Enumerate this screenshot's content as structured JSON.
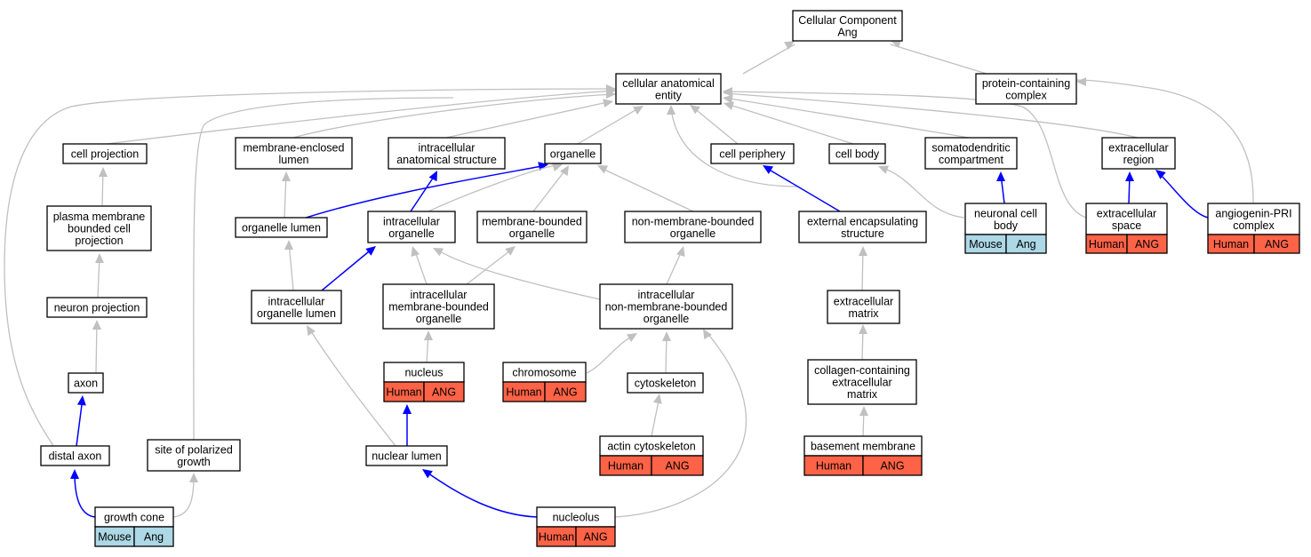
{
  "nodes": {
    "cellular_component": [
      "Cellular Component",
      "Ang"
    ],
    "cellular_anatomical_entity": [
      "cellular anatomical",
      "entity"
    ],
    "protein_containing_complex": [
      "protein-containing",
      "complex"
    ],
    "cell_projection": [
      "cell projection"
    ],
    "membrane_enclosed_lumen": [
      "membrane-enclosed",
      "lumen"
    ],
    "intracellular_anatomical_structure": [
      "intracellular",
      "anatomical structure"
    ],
    "organelle": [
      "organelle"
    ],
    "cell_periphery": [
      "cell periphery"
    ],
    "cell_body": [
      "cell body"
    ],
    "somatodendritic_compartment": [
      "somatodendritic",
      "compartment"
    ],
    "extracellular_region": [
      "extracellular",
      "region"
    ],
    "plasma_membrane_bounded_cell_projection": [
      "plasma membrane",
      "bounded cell",
      "projection"
    ],
    "organelle_lumen": [
      "organelle lumen"
    ],
    "intracellular_organelle": [
      "intracellular",
      "organelle"
    ],
    "membrane_bounded_organelle": [
      "membrane-bounded",
      "organelle"
    ],
    "non_membrane_bounded_organelle": [
      "non-membrane-bounded",
      "organelle"
    ],
    "external_encapsulating_structure": [
      "external encapsulating",
      "structure"
    ],
    "neuronal_cell_body": [
      "neuronal cell",
      "body"
    ],
    "extracellular_space": [
      "extracellular",
      "space"
    ],
    "angiogenin_pri_complex": [
      "angiogenin-PRI",
      "complex"
    ],
    "neuron_projection": [
      "neuron projection"
    ],
    "intracellular_organelle_lumen": [
      "intracellular",
      "organelle lumen"
    ],
    "intracellular_membrane_bounded_organelle": [
      "intracellular",
      "membrane-bounded",
      "organelle"
    ],
    "intracellular_non_membrane_bounded_organelle": [
      "intracellular",
      "non-membrane-bounded",
      "organelle"
    ],
    "extracellular_matrix": [
      "extracellular",
      "matrix"
    ],
    "axon": [
      "axon"
    ],
    "nucleus": [
      "nucleus"
    ],
    "chromosome": [
      "chromosome"
    ],
    "cytoskeleton": [
      "cytoskeleton"
    ],
    "collagen_containing_extracellular_matrix": [
      "collagen-containing",
      "extracellular",
      "matrix"
    ],
    "distal_axon": [
      "distal axon"
    ],
    "site_of_polarized_growth": [
      "site of polarized",
      "growth"
    ],
    "nuclear_lumen": [
      "nuclear lumen"
    ],
    "actin_cytoskeleton": [
      "actin cytoskeleton"
    ],
    "basement_membrane": [
      "basement membrane"
    ],
    "growth_cone": [
      "growth cone"
    ],
    "nucleolus": [
      "nucleolus"
    ]
  },
  "annotations": {
    "neuronal_cell_body": [
      "Mouse",
      "Ang"
    ],
    "extracellular_space": [
      "Human",
      "ANG"
    ],
    "angiogenin_pri_complex": [
      "Human",
      "ANG"
    ],
    "nucleus": [
      "Human",
      "ANG"
    ],
    "chromosome": [
      "Human",
      "ANG"
    ],
    "actin_cytoskeleton": [
      "Human",
      "ANG"
    ],
    "basement_membrane": [
      "Human",
      "ANG"
    ],
    "growth_cone": [
      "Mouse",
      "Ang"
    ],
    "nucleolus": [
      "Human",
      "ANG"
    ]
  },
  "colors": {
    "mouse_annotation": "#add8e6",
    "human_annotation": "#ff6347",
    "inferred_edge": "#c0c0c0",
    "direct_edge": "#0000ff"
  }
}
